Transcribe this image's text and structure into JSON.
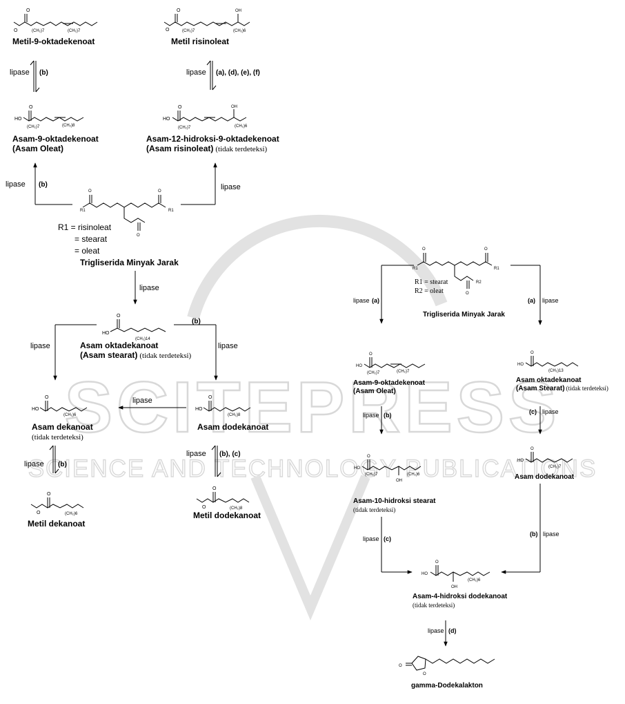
{
  "watermark": {
    "title": "SCITEPRESS",
    "subtitle": "SCIENCE AND TECHNOLOGY PUBLICATIONS",
    "color": "#d8d8d8"
  },
  "left_pathway": {
    "top_left": {
      "methyl_ester": {
        "name": "Metil-9-oktadekenoat",
        "sub_a": "(CH₂)7",
        "sub_b": "(CH₂)7"
      },
      "reversible": {
        "enzyme": "lipase",
        "cond": "(b)"
      },
      "acid": {
        "name1": "Asam-9-oktadekenoat",
        "name2": "(Asam Oleat)",
        "ho": "HO",
        "sub_a": "(CH₂)7",
        "sub_b": "(CH₂)8"
      },
      "from_tg": {
        "enzyme": "lipase",
        "cond": "(b)"
      }
    },
    "top_right": {
      "methyl_ester": {
        "name": "Metil risinoleat",
        "oh": "OH",
        "sub_a": "(CH₂)7",
        "sub_b": "(CH₂)6"
      },
      "reversible": {
        "enzyme": "lipase",
        "cond": "(a), (d), (e), (f)"
      },
      "acid": {
        "name1": "Asam-12-hidroksi-9-oktadekenoat",
        "name2": "(Asam risinoleat)",
        "note": "(tidak terdeteksi)",
        "ho": "HO",
        "oh": "OH",
        "sub_a": "(CH₂)7",
        "sub_b": "(CH₂)6"
      },
      "from_tg": {
        "enzyme": "lipase"
      }
    },
    "triglyceride": {
      "name": "Trigliserida Minyak Jarak",
      "r1": "R1",
      "r1_label": "R1 = risinoleat",
      "r1_b": "= stearat",
      "r1_c": "= oleat"
    },
    "tg_to_stearic": {
      "enzyme": "lipase"
    },
    "stearic": {
      "name1": "Asam oktadekanoat",
      "name2": "(Asam stearat)",
      "note": "(tidak terdeteksi)",
      "ho": "HO",
      "sub": "(CH₂)14"
    },
    "stearic_to_decanoic": {
      "enzyme": "lipase"
    },
    "stearic_to_dodecanoic": {
      "enzyme": "lipase",
      "cond": "(b)"
    },
    "decanoic": {
      "name": "Asam dekanoat",
      "note": "(tidak terdeteksi)",
      "ho": "HO",
      "sub": "(CH₂)6"
    },
    "dodecanoic": {
      "name": "Asam dodekanoat",
      "ho": "HO",
      "sub": "(CH₂)8"
    },
    "dodecanoic_to_decanoic": {
      "enzyme": "lipase"
    },
    "decanoic_reversible": {
      "enzyme": "lipase",
      "cond": "(b)"
    },
    "dodecanoic_reversible": {
      "enzyme": "lipase",
      "cond": "(b), (c)"
    },
    "methyl_decanoate": {
      "name": "Metil dekanoat",
      "sub": "(CH₂)6"
    },
    "methyl_dodecanoate": {
      "name": "Metil dodekanoat",
      "sub": "(CH₂)8"
    }
  },
  "right_pathway": {
    "triglyceride": {
      "name": "Trigliserida Minyak Jarak",
      "r1_label": "R1 =  stearat",
      "r2_label": "R2 =  oleat",
      "r1": "R1",
      "r2": "R2"
    },
    "tg_to_oleic": {
      "enzyme": "lipase",
      "cond": "(a)"
    },
    "tg_to_stearic": {
      "enzyme": "lipase",
      "cond": "(a)"
    },
    "oleic": {
      "name1": "Asam-9-oktadekenoat",
      "name2": "(Asam Oleat)",
      "ho": "HO",
      "sub_a": "(CH₂)7",
      "sub_b": "(CH₂)7"
    },
    "stearic": {
      "name1": "Asam oktadekanoat",
      "name2": "(Asam Stearat)",
      "note": "(tidak terdeteksi)",
      "ho": "HO",
      "sub": "(CH₂)13"
    },
    "oleic_to_hydroxy": {
      "enzyme": "lipase",
      "cond": "(b)"
    },
    "stearic_to_dodecanoic": {
      "enzyme": "lipase",
      "cond": "(c)"
    },
    "hydroxystearic": {
      "name": "Asam-10-hidroksi stearat",
      "note": "(tidak terdeteksi)",
      "ho": "HO",
      "oh": "OH",
      "sub_a": "(CH₂)7",
      "sub_b": "(CH₂)6"
    },
    "dodecanoic": {
      "name": "Asam dodekanoat",
      "ho": "HO",
      "sub": "(CH₂)7"
    },
    "hydroxy_to_4hydroxy": {
      "enzyme": "lipase",
      "cond": "(c)"
    },
    "dodecanoic_to_4hydroxy": {
      "enzyme": "lipase",
      "cond": "(b)"
    },
    "hydroxydodecanoic": {
      "name": "Asam-4-hidroksi dodekanoat",
      "note": "(tidak terdeteksi)",
      "ho": "HO",
      "oh": "OH",
      "sub": "(CH₂)6"
    },
    "to_lactone": {
      "enzyme": "lipase",
      "cond": "(d)"
    },
    "lactone": {
      "name": "gamma-Dodekalakton",
      "o": "O"
    }
  }
}
